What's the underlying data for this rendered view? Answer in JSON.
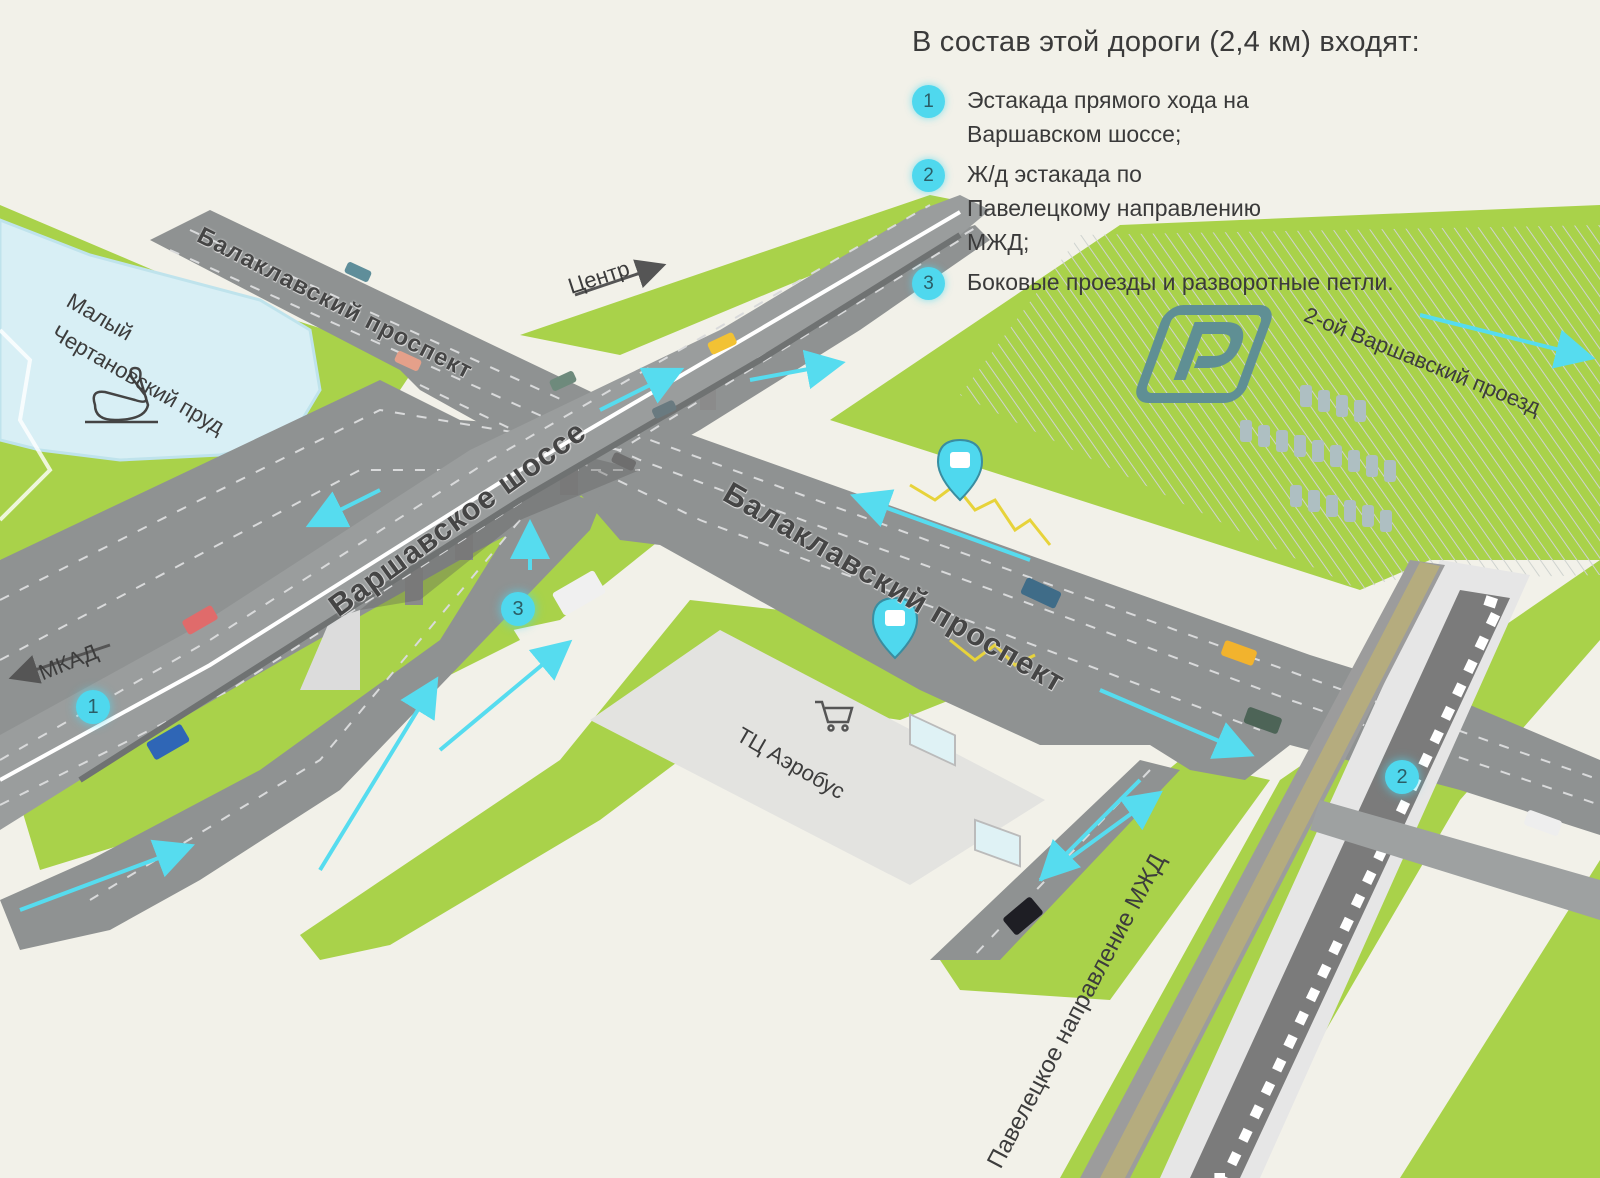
{
  "legend": {
    "title": "В состав этой дороги (2,4 км) входят:",
    "items": [
      {
        "num": "1",
        "text": "Эстакада прямого хода на Варшавском шоссе;"
      },
      {
        "num": "2",
        "text": "Ж/д эстакада по Павелецкому направлению МЖД;"
      },
      {
        "num": "3",
        "text": "Боковые проезды и разворотные петли."
      }
    ]
  },
  "labels": {
    "varshavskoe": "Варшавское шоссе",
    "balaklavsky_top": "Балаклавский проспект",
    "balaklavsky_main": "Балаклавский проспект",
    "centr": "Центр",
    "mkad": "МКАД",
    "pond_line1": "Малый",
    "pond_line2": "Чертановский пруд",
    "mall": "ТЦ Аэробус",
    "second_proezd": "2-ой Варшавский проезд",
    "railway": "Павелецкое направление МЖД"
  },
  "badges": {
    "one": "1",
    "two": "2",
    "three": "3"
  },
  "icons": [
    "swan-icon",
    "parking-icon",
    "bus-stop-icon",
    "shopping-cart-icon"
  ],
  "colors": {
    "background": "#f2f1e9",
    "grass": "#a9d24a",
    "road": "#8f9292",
    "water": "#d8eff5",
    "accent": "#4fd8ee",
    "parking": "#5f8f94"
  }
}
